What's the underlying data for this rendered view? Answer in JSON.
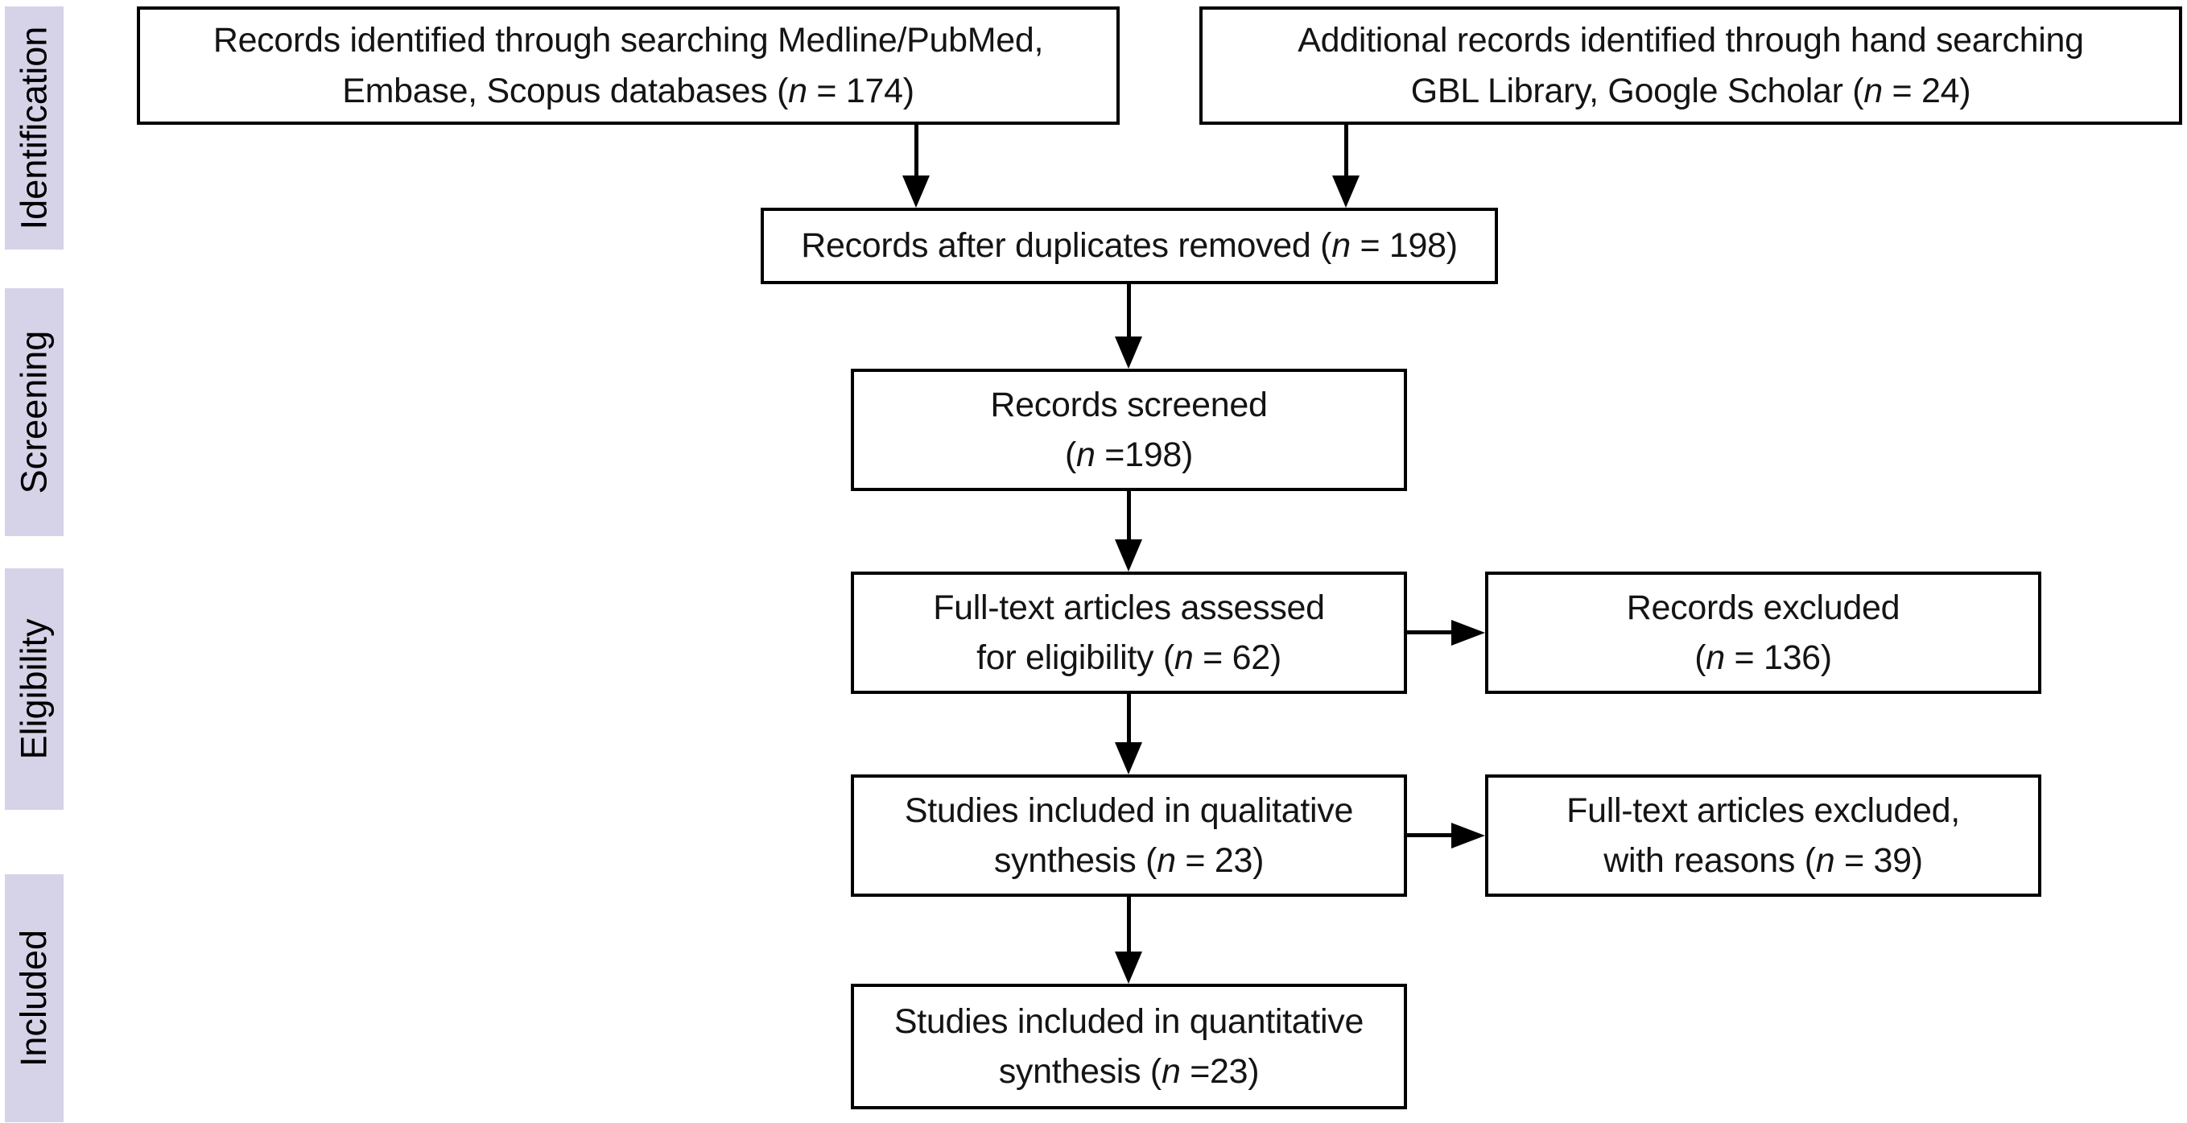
{
  "diagram": {
    "kind": "prisma-flow-diagram",
    "colors": {
      "stage_band_fill": "#d6d3e8",
      "box_border": "#000000",
      "box_fill": "#ffffff",
      "text": "#141414",
      "arrow": "#000000"
    }
  },
  "stages": [
    {
      "label": "Identification"
    },
    {
      "label": "Screening"
    },
    {
      "label": "Eligibility"
    },
    {
      "label": "Included"
    }
  ],
  "boxes": {
    "records_identified_databases": {
      "line1": "Records identified through searching Medline/PubMed,",
      "line2_pre": "Embase, Scopus databases (",
      "n": "n",
      "line2_post": " = 174)"
    },
    "additional_records_hand_searching": {
      "line1": "Additional records identified through hand searching",
      "line2_pre": "GBL Library, Google Scholar (",
      "n": "n",
      "line2_post": " = 24)"
    },
    "records_after_duplicates_removed": {
      "line1_pre": "Records after duplicates removed (",
      "n": "n",
      "line1_post": " = 198)"
    },
    "records_screened": {
      "line1": "Records screened",
      "line2_pre": "(",
      "n": "n",
      "line2_post": " =198)"
    },
    "fulltext_assessed": {
      "line1": "Full-text articles assessed",
      "line2_pre": "for eligibility (",
      "n": "n",
      "line2_post": " = 62)"
    },
    "records_excluded": {
      "line1": "Records excluded",
      "line2_pre": "(",
      "n": "n",
      "line2_post": " = 136)"
    },
    "qualitative_synthesis": {
      "line1": "Studies included in qualitative",
      "line2_pre": "synthesis (",
      "n": "n",
      "line2_post": " = 23)"
    },
    "fulltext_excluded": {
      "line1": "Full-text articles excluded,",
      "line2_pre": "with reasons (",
      "n": "n",
      "line2_post": " = 39)"
    },
    "quantitative_synthesis": {
      "line1": "Studies included in quantitative",
      "line2_pre": "synthesis (",
      "n": "n",
      "line2_post": " =23)"
    }
  }
}
